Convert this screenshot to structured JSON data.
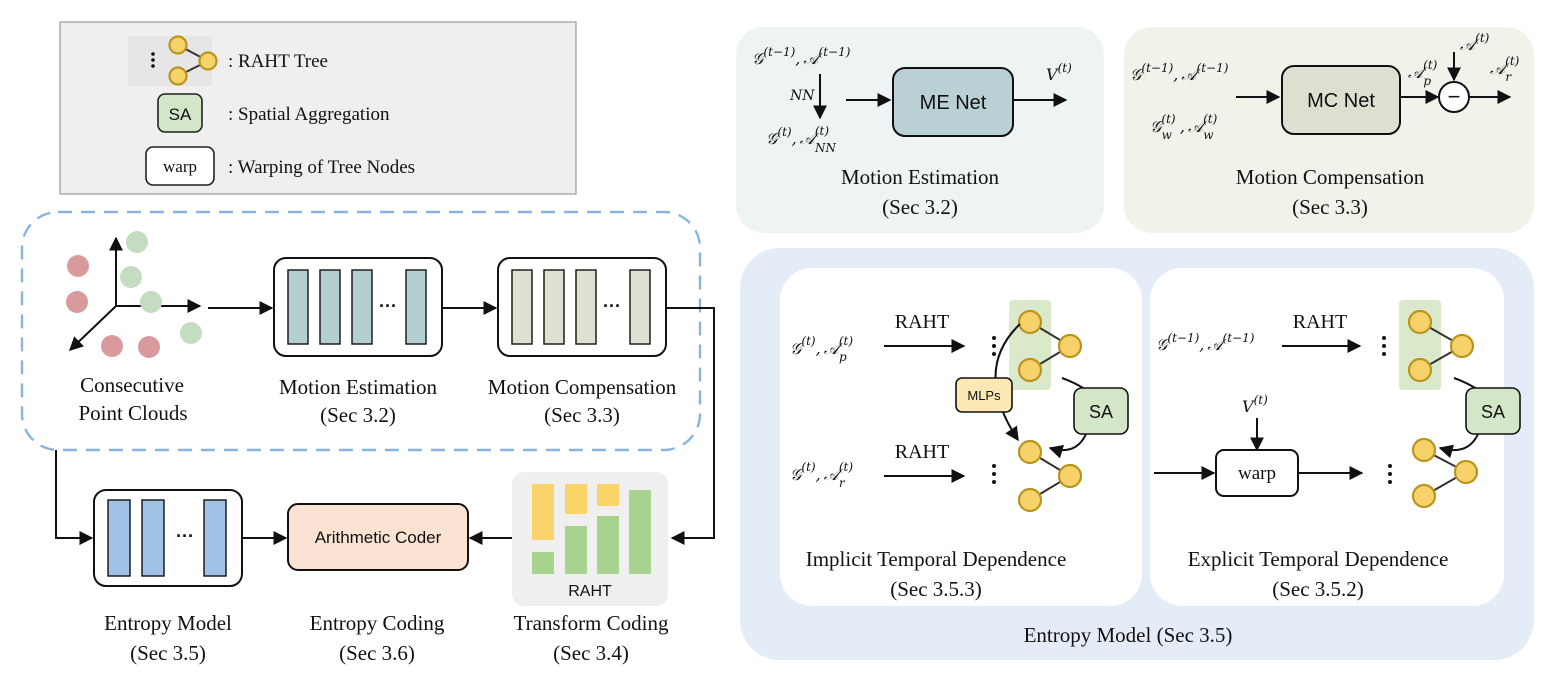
{
  "legend": {
    "items": [
      {
        "symbol": "",
        "label": ": RAHT Tree"
      },
      {
        "symbol": "SA",
        "label": ": Spatial Aggregation"
      },
      {
        "symbol": "warp",
        "label": ": Warping of Tree Nodes"
      }
    ]
  },
  "pipeline": {
    "point_clouds": {
      "line1": "Consecutive",
      "line2": "Point Clouds"
    },
    "motion_estimation": {
      "line1": "Motion Estimation",
      "line2": "(Sec 3.2)",
      "dots": "···"
    },
    "motion_compensation": {
      "line1": "Motion Compensation",
      "line2": "(Sec 3.3)",
      "dots": "···"
    },
    "entropy_model": {
      "line1": "Entropy Model",
      "line2": "(Sec 3.5)",
      "dots": "···"
    },
    "entropy_coding": {
      "box": "Arithmetic Coder",
      "line1": "Entropy Coding",
      "line2": "(Sec 3.6)"
    },
    "transform_coding": {
      "box": "RAHT",
      "line1": "Transform Coding",
      "line2": "(Sec 3.4)"
    }
  },
  "me_panel": {
    "net": "ME Net",
    "input_top": {
      "g": "𝒢",
      "g_sup": "(t−1)",
      "sep": ",",
      "a": "𝒜",
      "a_sup": "(t−1)"
    },
    "nn": "NN",
    "input_bottom": {
      "g": "𝒢",
      "g_sup": "(t)",
      "sep": ",",
      "a": "𝒜",
      "a_sup": "(t)",
      "a_sub": "NN"
    },
    "output": {
      "v": "V",
      "v_sup": "(t)"
    },
    "title": "Motion Estimation",
    "section": "(Sec 3.2)"
  },
  "mc_panel": {
    "net": "MC Net",
    "input_top": {
      "g": "𝒢",
      "g_sup": "(t−1)",
      "sep": ",",
      "a": "𝒜",
      "a_sup": "(t−1)"
    },
    "input_bottom": {
      "g": "𝒢",
      "g_sup": "(t)",
      "g_sub": "w",
      "sep": ",",
      "a": "𝒜",
      "a_sup": "(t)",
      "a_sub": "w"
    },
    "pred": {
      "a": "𝒜",
      "a_sup": "(t)",
      "a_sub": "p"
    },
    "target": {
      "a": "𝒜",
      "a_sup": "(t)"
    },
    "residual": {
      "a": "𝒜",
      "a_sup": "(t)",
      "a_sub": "r"
    },
    "minus": "−",
    "title": "Motion Compensation",
    "section": "(Sec 3.3)"
  },
  "entropy_panel": {
    "caption": "Entropy Model (Sec 3.5)",
    "implicit": {
      "title": "Implicit Temporal Dependence",
      "section": "(Sec 3.5.3)",
      "raht_top": "RAHT",
      "raht_bottom": "RAHT",
      "input_top": {
        "g": "𝒢",
        "g_sup": "(t)",
        "sep": ",",
        "a": "𝒜",
        "a_sup": "(t)",
        "a_sub": "p"
      },
      "input_bottom": {
        "g": "𝒢",
        "g_sup": "(t)",
        "sep": ",",
        "a": "𝒜",
        "a_sup": "(t)",
        "a_sub": "r"
      },
      "mlps": "MLPs",
      "sa": "SA"
    },
    "explicit": {
      "title": "Explicit Temporal Dependence",
      "section": "(Sec 3.5.2)",
      "raht": "RAHT",
      "input_top": {
        "g": "𝒢",
        "g_sup": "(t−1)",
        "sep": ",",
        "a": "𝒜",
        "a_sup": "(t−1)"
      },
      "v": {
        "v": "V",
        "v_sup": "(t)"
      },
      "warp": "warp",
      "sa": "SA"
    }
  },
  "colors": {
    "legend_bg": "#efefef",
    "panel_me": "#eef4f4",
    "panel_mc": "#f1f2ea",
    "panel_entropy": "#e3ecf7",
    "me_net": "#b9d1d4",
    "mc_net": "#dedfd1",
    "sa": "#d3e6c8",
    "arith": "#fbe3d3",
    "tree_node": "#f7d26a",
    "me_bar": "#b4cfd2",
    "mc_bar": "#dfe0d2",
    "em_bar": "#9fc2e6"
  }
}
